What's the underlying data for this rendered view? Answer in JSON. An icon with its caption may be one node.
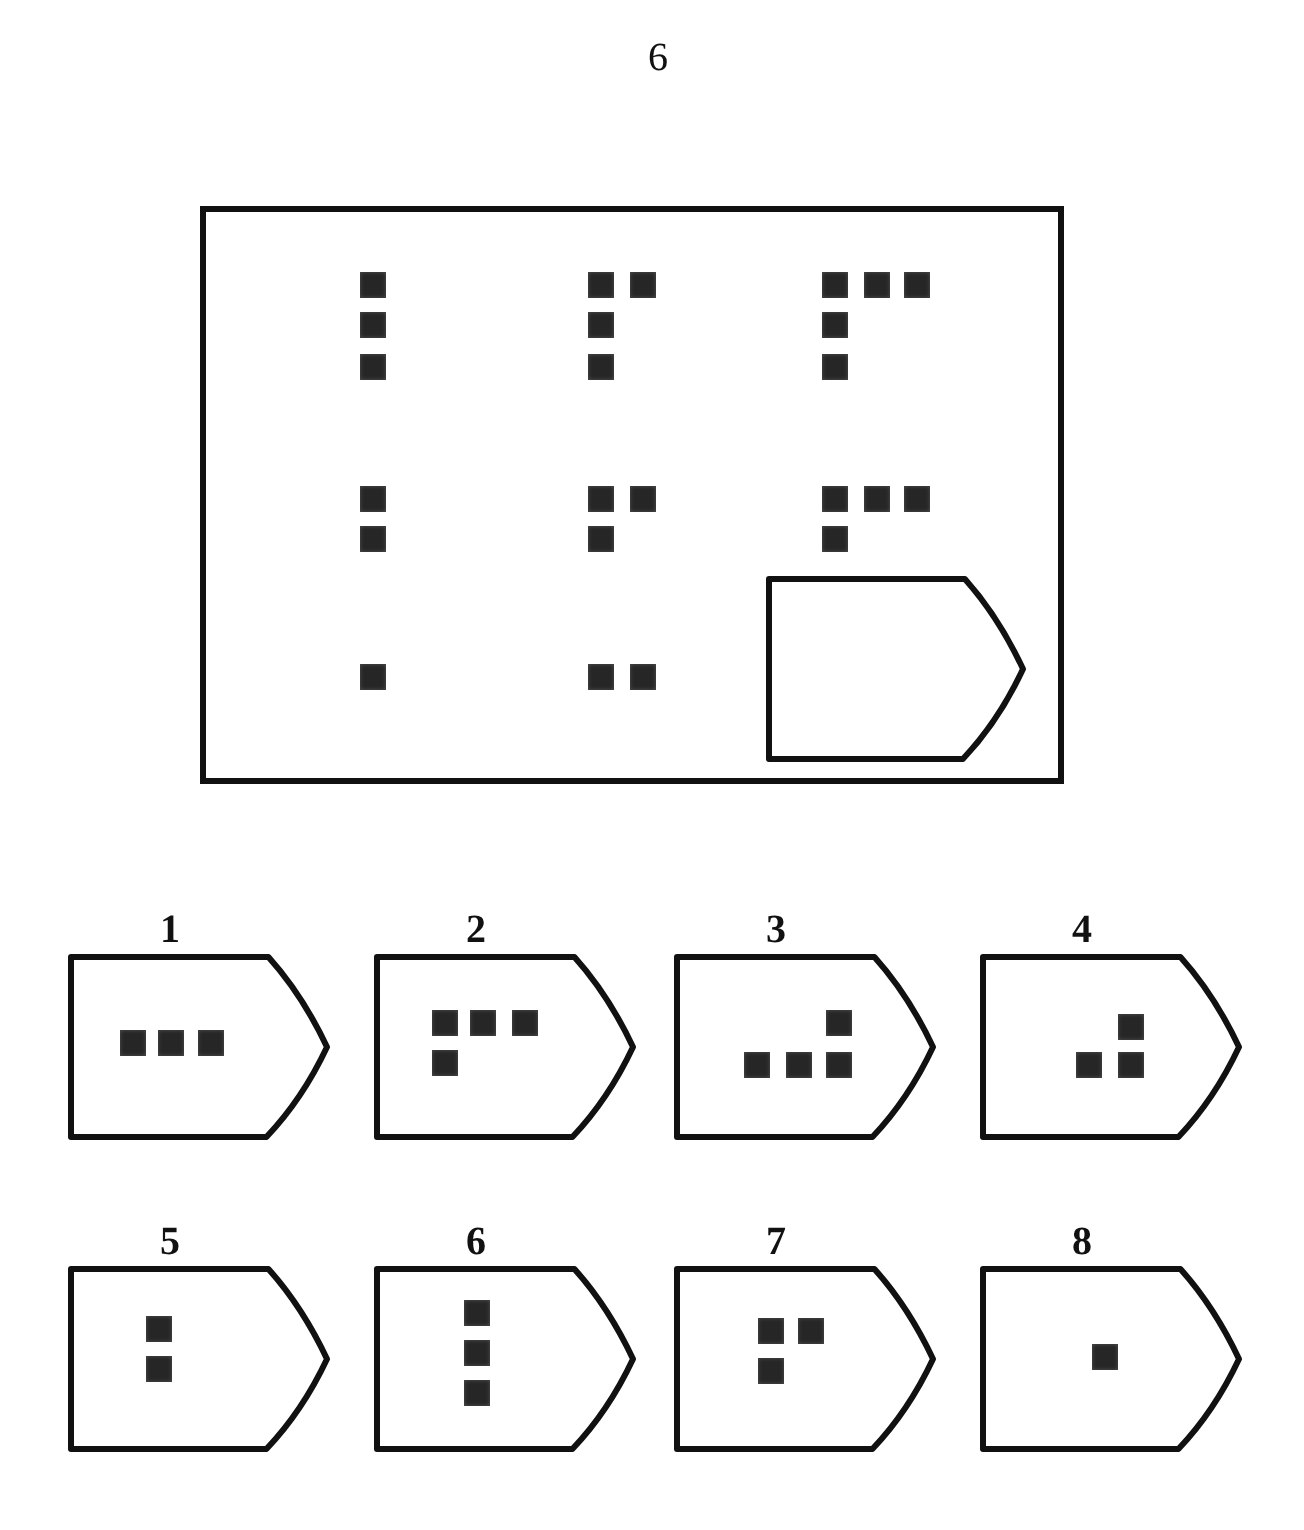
{
  "diagram": {
    "nodes": [
      {
        "text": [],
        "shape": "box"
      },
      {
        "text": [],
        "shape": "tag",
        "in": 0
      },
      {
        "text": [
          "1"
        ]
      },
      {
        "text": [
          "2"
        ]
      },
      {
        "text": [
          "3"
        ]
      },
      {
        "text": [
          "4"
        ]
      },
      {
        "text": [
          "5"
        ]
      },
      {
        "text": [
          "6"
        ]
      },
      {
        "text": [
          "7"
        ]
      },
      {
        "text": [
          "8"
        ]
      }
    ],
    "labels": [
      "6"
    ]
  }
}
